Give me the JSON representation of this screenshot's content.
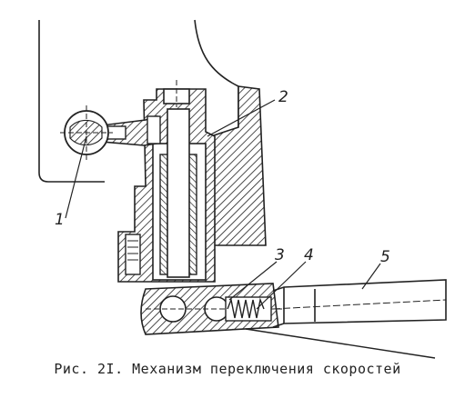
{
  "figure": {
    "caption": "Рис. 2I. Механизм переключения скоростей",
    "labels": [
      "1",
      "2",
      "3",
      "4",
      "5"
    ]
  },
  "colors": {
    "ink": "#222222",
    "paper": "#ffffff"
  }
}
